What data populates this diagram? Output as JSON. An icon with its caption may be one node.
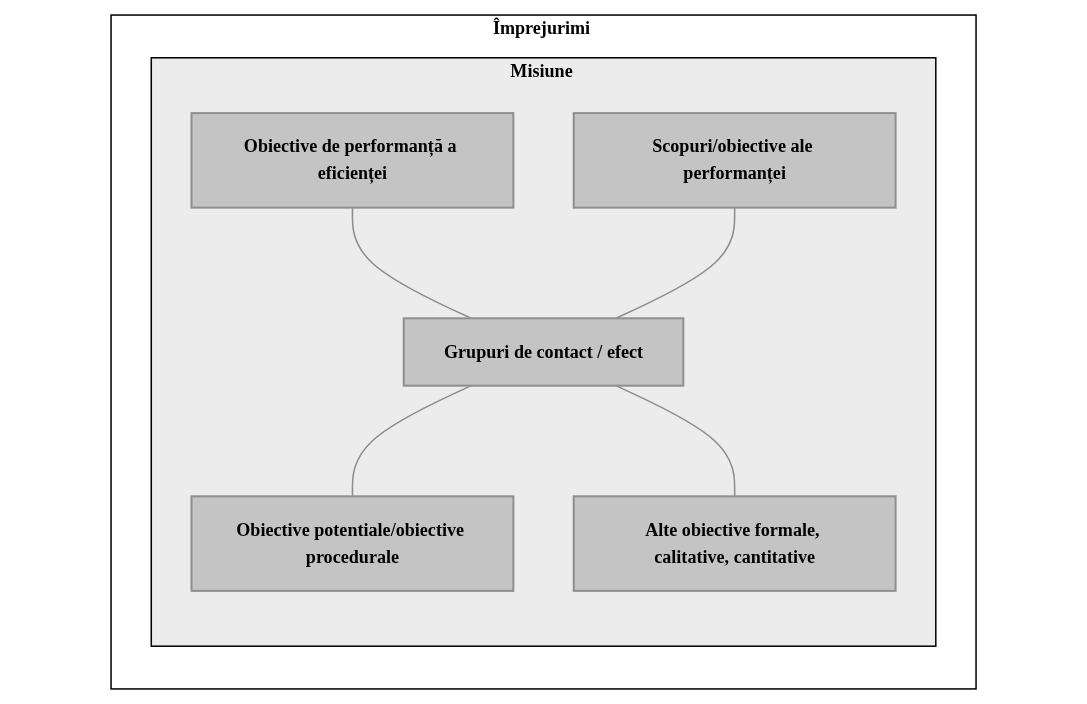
{
  "diagram": {
    "nodes": [
      {
        "text": [
          "Împrejurimi"
        ]
      },
      {
        "text": [
          "Misiune"
        ],
        "in": 0
      },
      {
        "text": [
          "Obiective de performanță a eficienței"
        ],
        "in": 1
      },
      {
        "text": [
          "Scopuri/obiective ale performanței"
        ],
        "in": 1
      },
      {
        "text": [
          "Grupuri de contact / efect"
        ],
        "in": 1
      },
      {
        "text": [
          "Obiective potentiale/obiective procedurale"
        ],
        "in": 1
      },
      {
        "text": [
          "Alte obiective formale, calitative, cantitative"
        ],
        "in": 1
      }
    ],
    "edges": [
      {
        "from": 2,
        "to": 4,
        "arrow": "none"
      },
      {
        "from": 3,
        "to": 4,
        "arrow": "none"
      },
      {
        "from": 4,
        "to": 5,
        "arrow": "none"
      },
      {
        "from": 4,
        "to": 6,
        "arrow": "none"
      }
    ]
  }
}
